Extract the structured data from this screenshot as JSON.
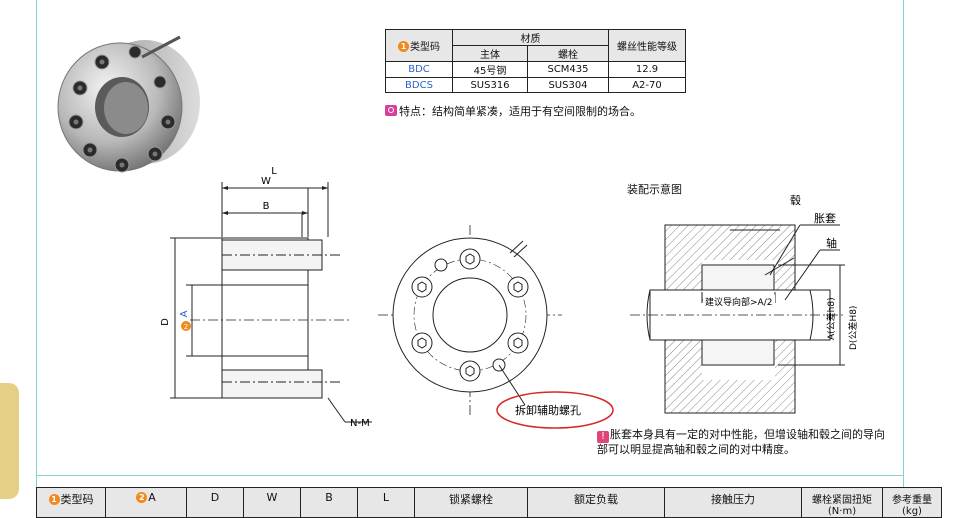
{
  "spec_table": {
    "type_header": "类型码",
    "badge_1": "1",
    "material_header": "材质",
    "body_header": "主体",
    "bolt_header": "螺栓",
    "grade_header": "螺丝性能等级",
    "rows": [
      {
        "code": "BDC",
        "body": "45号钢",
        "bolt": "SCM435",
        "grade": "12.9"
      },
      {
        "code": "BDCS",
        "body": "SUS316",
        "bolt": "SUS304",
        "grade": "A2-70"
      }
    ]
  },
  "feature_text": "特点：结构简单紧凑，适用于有空间限制的场合。",
  "drawing": {
    "dim_L": "L",
    "dim_W": "W",
    "dim_B": "B",
    "dim_D": "D",
    "badge_2": "2",
    "dim_A": "A",
    "label_NM": "N-M",
    "callout_hole": "拆卸辅助螺孔"
  },
  "assembly": {
    "title": "装配示意图",
    "hub_label": "毂",
    "sleeve_label": "胀套",
    "shaft_label": "轴",
    "guide_label": "建议导向部>A/2",
    "tol_A": "A(公差h8)",
    "tol_D": "D(公差H8)"
  },
  "note": {
    "icon": "!",
    "text": "胀套本身具有一定的对中性能，但增设轴和毂之间的导向部可以明显提高轴和毂之间的对中精度。"
  },
  "bottom_table": {
    "type_header": "类型码",
    "badge_1": "1",
    "badge_2": "2",
    "col_A": "A",
    "col_D": "D",
    "col_W": "W",
    "col_B": "B",
    "col_L": "L",
    "lock_bolt": "锁紧螺栓",
    "rated_load": "额定负载",
    "contact_pressure": "接触压力",
    "torque": "螺栓紧固扭矩",
    "torque_unit": "(N·m)",
    "weight": "参考重量",
    "weight_unit": "(kg)"
  },
  "colors": {
    "accent_orange": "#f08a1c",
    "code_blue": "#2a62c8",
    "mark_pink": "#d63f9a",
    "callout_red": "#d42a2a",
    "frame_teal": "#7fd0d8",
    "side_tab": "#e5cf86"
  }
}
